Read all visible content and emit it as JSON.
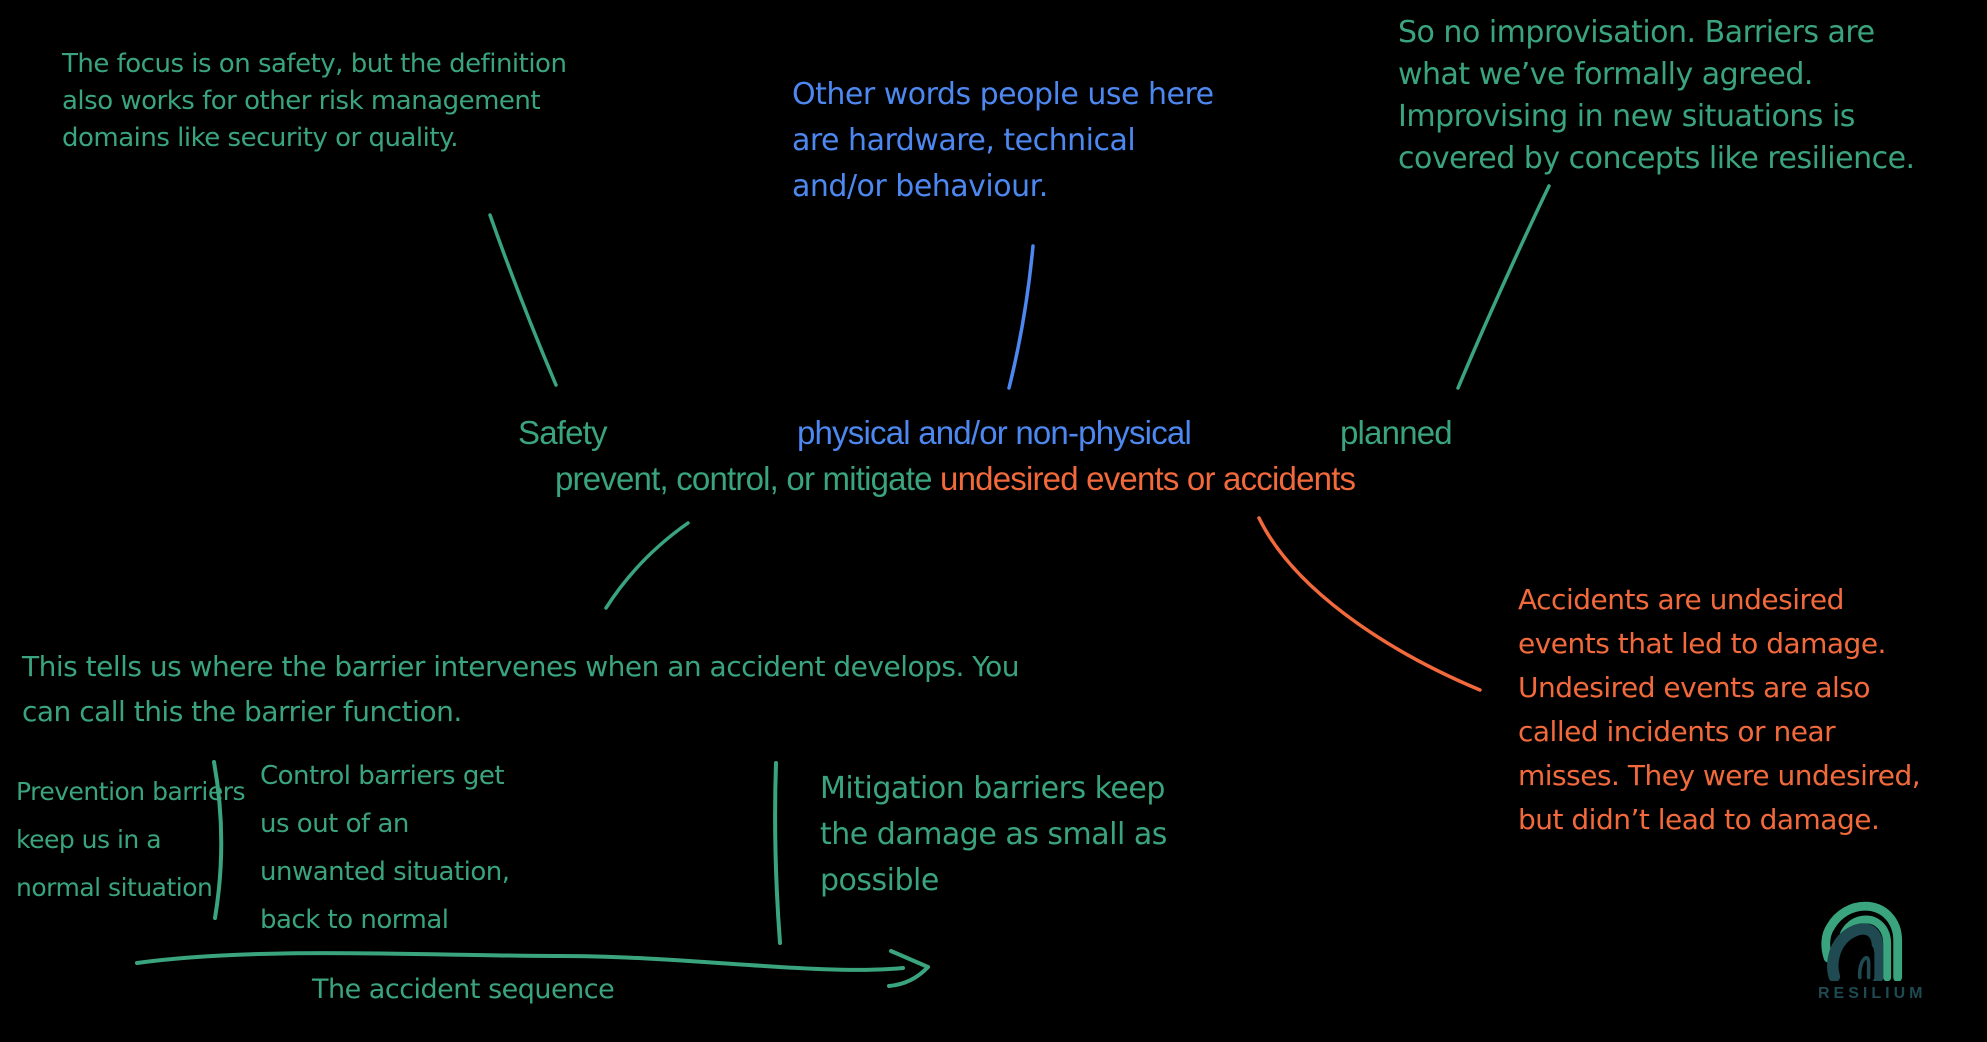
{
  "colors": {
    "green": "#3aa47e",
    "blue": "#4d87f0",
    "orange": "#f2693c",
    "teal": "#1f4a52",
    "background": "#000000"
  },
  "notes": {
    "top_left": {
      "text": "The focus is on safety, but the definition\nalso works for other risk management\ndomains like security or quality.",
      "color": "green"
    },
    "top_middle": {
      "text": "Other words people use here\nare hardware, technical\nand/or behaviour.",
      "color": "blue"
    },
    "top_right": {
      "text": "So no improvisation. Barriers are\nwhat we’ve formally agreed.\nImprovising in new situations is\ncovered by concepts like resilience.",
      "color": "green"
    },
    "barrier_function": {
      "text": "This tells us where the barrier intervenes when an accident develops. You\ncan call this the barrier function.",
      "color": "green"
    },
    "prevention": {
      "text": "Prevention barriers\nkeep us in a\nnormal situation",
      "color": "green"
    },
    "control": {
      "text": "Control barriers get\nus out of an\nunwanted situation,\nback to normal",
      "color": "green"
    },
    "mitigation": {
      "text": "Mitigation barriers keep\nthe damage as small as\npossible",
      "color": "green"
    },
    "accidents": {
      "text": "Accidents are undesired\nevents that led to damage.\nUndesired events are also\ncalled incidents or near\nmisses. They were undesired,\nbut didn’t lead to damage.",
      "color": "orange"
    }
  },
  "definition": {
    "line1": [
      {
        "text": "Safety",
        "color": "green"
      },
      {
        "text": "physical and/or non-physical",
        "color": "blue"
      },
      {
        "text": "planned",
        "color": "green"
      }
    ],
    "line2": [
      {
        "text": "prevent, control, or mitigate ",
        "color": "green"
      },
      {
        "text": "undesired events or accidents",
        "color": "orange"
      }
    ]
  },
  "arrow_label": "The accident sequence",
  "logo": {
    "name": "RESILIUM"
  }
}
